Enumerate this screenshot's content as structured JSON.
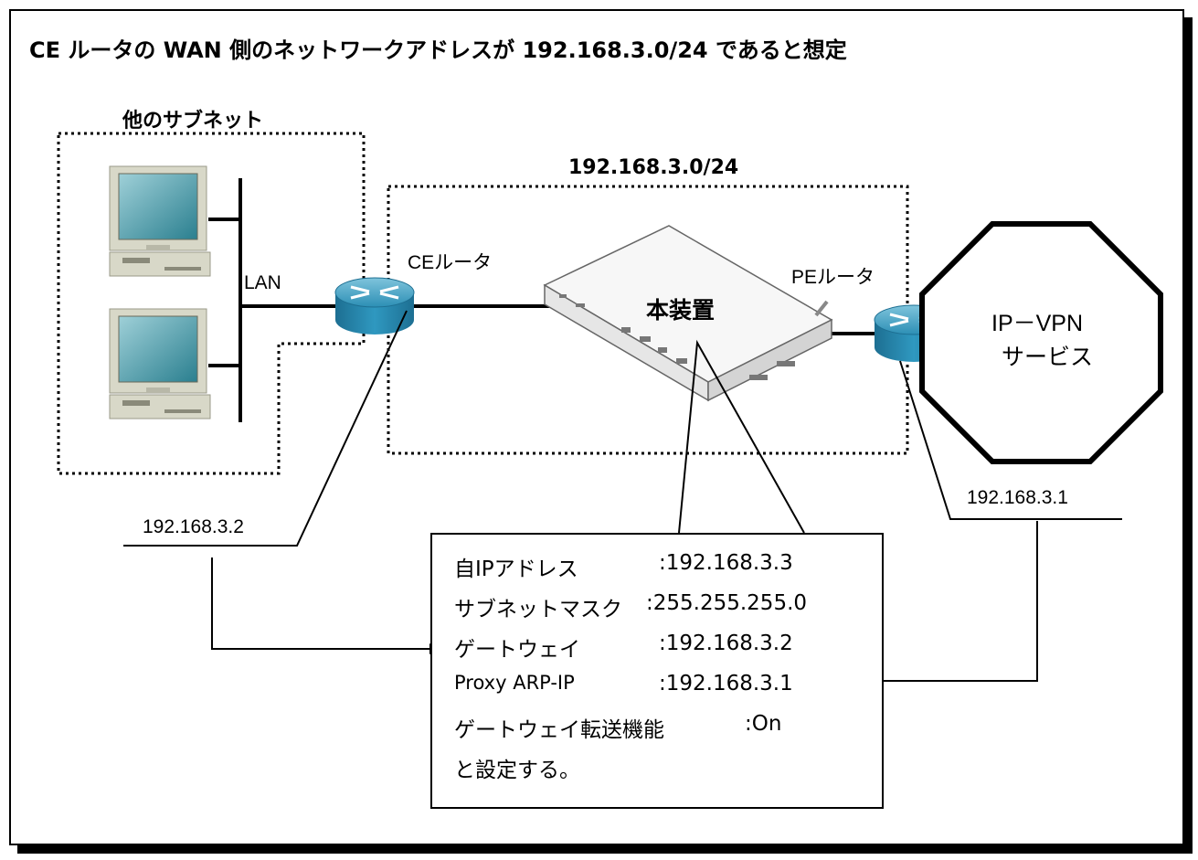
{
  "title": "CE ルータの WAN 側のネットワークアドレスが 192.168.3.0/24 であると想定",
  "other_subnet_label": "他のサブネット",
  "subnet_label": "192.168.3.0/24",
  "lan_label": "LAN",
  "ce_router_label": "CEルータ",
  "pe_router_label": "PEルータ",
  "device_label": "本装置",
  "vpn_label_line1": "IP－VPN",
  "vpn_label_line2": "サービス",
  "ce_ip": "192.168.3.2",
  "pe_ip": "192.168.3.1",
  "settings": [
    {
      "key": "自IPアドレス",
      "value": ":192.168.3.3"
    },
    {
      "key": "サブネットマスク",
      "value": ":255.255.255.0"
    },
    {
      "key": "ゲートウェイ",
      "value": ":192.168.3.2"
    },
    {
      "key": "Proxy ARP-IP",
      "value": ":192.168.3.1"
    },
    {
      "key": "ゲートウェイ転送機能",
      "value": ":On"
    }
  ],
  "settings_footer": "と設定する。"
}
